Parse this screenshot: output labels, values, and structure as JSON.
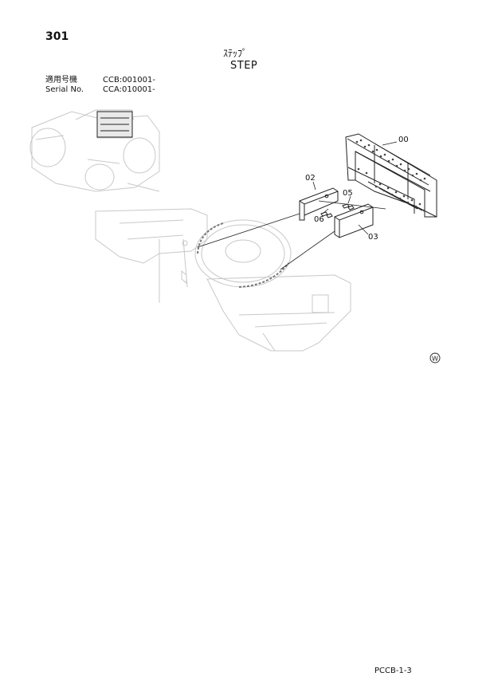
{
  "header": {
    "page_number": "301",
    "title_jp": "ｽﾃｯﾌﾟ",
    "title_en": "STEP"
  },
  "serial": {
    "rows": [
      {
        "label": "適用号機",
        "value": "CCB:001001-"
      },
      {
        "label": "Serial No.",
        "value": "CCA:010001-"
      }
    ]
  },
  "callouts": {
    "c00": "00",
    "c02": "02",
    "c03": "03",
    "c05": "05",
    "c06": "06"
  },
  "symbol": "W",
  "footer": {
    "code": "PCCB-1-3"
  }
}
